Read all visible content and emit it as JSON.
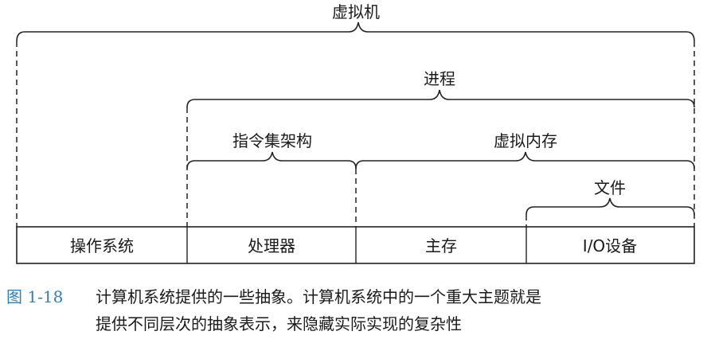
{
  "labels": {
    "virtual_machine": "虚拟机",
    "process": "进程",
    "isa": "指令集架构",
    "virtual_memory": "虚拟内存",
    "file": "文件"
  },
  "boxes": [
    "操作系统",
    "处理器",
    "主存",
    "I/O设备"
  ],
  "caption": {
    "number": "图 1-18",
    "line1": "计算机系统提供的一些抽象。计算机系统中的一个重大主题就是",
    "line2": "提供不同层次的抽象表示，来隐藏实际实现的复杂性"
  }
}
